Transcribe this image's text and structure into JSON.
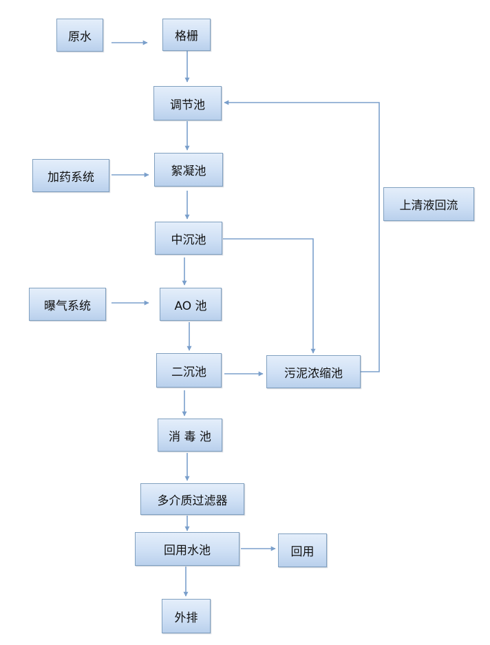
{
  "nodes": {
    "raw_water": "原水",
    "screen": "格栅",
    "equalization_tank": "调节池",
    "flocculation_tank": "絮凝池",
    "dosing_system": "加药系统",
    "middle_settling_tank": "中沉池",
    "aeration_system": "曝气系统",
    "ao_tank": "AO 池",
    "secondary_settling_tank": "二沉池",
    "sludge_thickener": "污泥浓缩池",
    "supernatant_return": "上清液回流",
    "disinfection_tank": "消 毒 池",
    "multimedia_filter": "多介质过滤器",
    "reuse_tank": "回用水池",
    "reuse": "回用",
    "discharge": "外排"
  },
  "colors": {
    "box_border": "#7f9fbf",
    "box_fill_top": "#e4eefa",
    "box_fill_bottom": "#b9d0ec",
    "connector": "#7a9fcb"
  },
  "edges": [
    [
      "raw_water",
      "screen"
    ],
    [
      "screen",
      "equalization_tank"
    ],
    [
      "equalization_tank",
      "flocculation_tank"
    ],
    [
      "dosing_system",
      "flocculation_tank"
    ],
    [
      "flocculation_tank",
      "middle_settling_tank"
    ],
    [
      "middle_settling_tank",
      "ao_tank"
    ],
    [
      "middle_settling_tank",
      "sludge_thickener"
    ],
    [
      "aeration_system",
      "ao_tank"
    ],
    [
      "ao_tank",
      "secondary_settling_tank"
    ],
    [
      "secondary_settling_tank",
      "sludge_thickener"
    ],
    [
      "sludge_thickener",
      "equalization_tank"
    ],
    [
      "secondary_settling_tank",
      "disinfection_tank"
    ],
    [
      "disinfection_tank",
      "multimedia_filter"
    ],
    [
      "multimedia_filter",
      "reuse_tank"
    ],
    [
      "reuse_tank",
      "reuse"
    ],
    [
      "reuse_tank",
      "discharge"
    ]
  ]
}
